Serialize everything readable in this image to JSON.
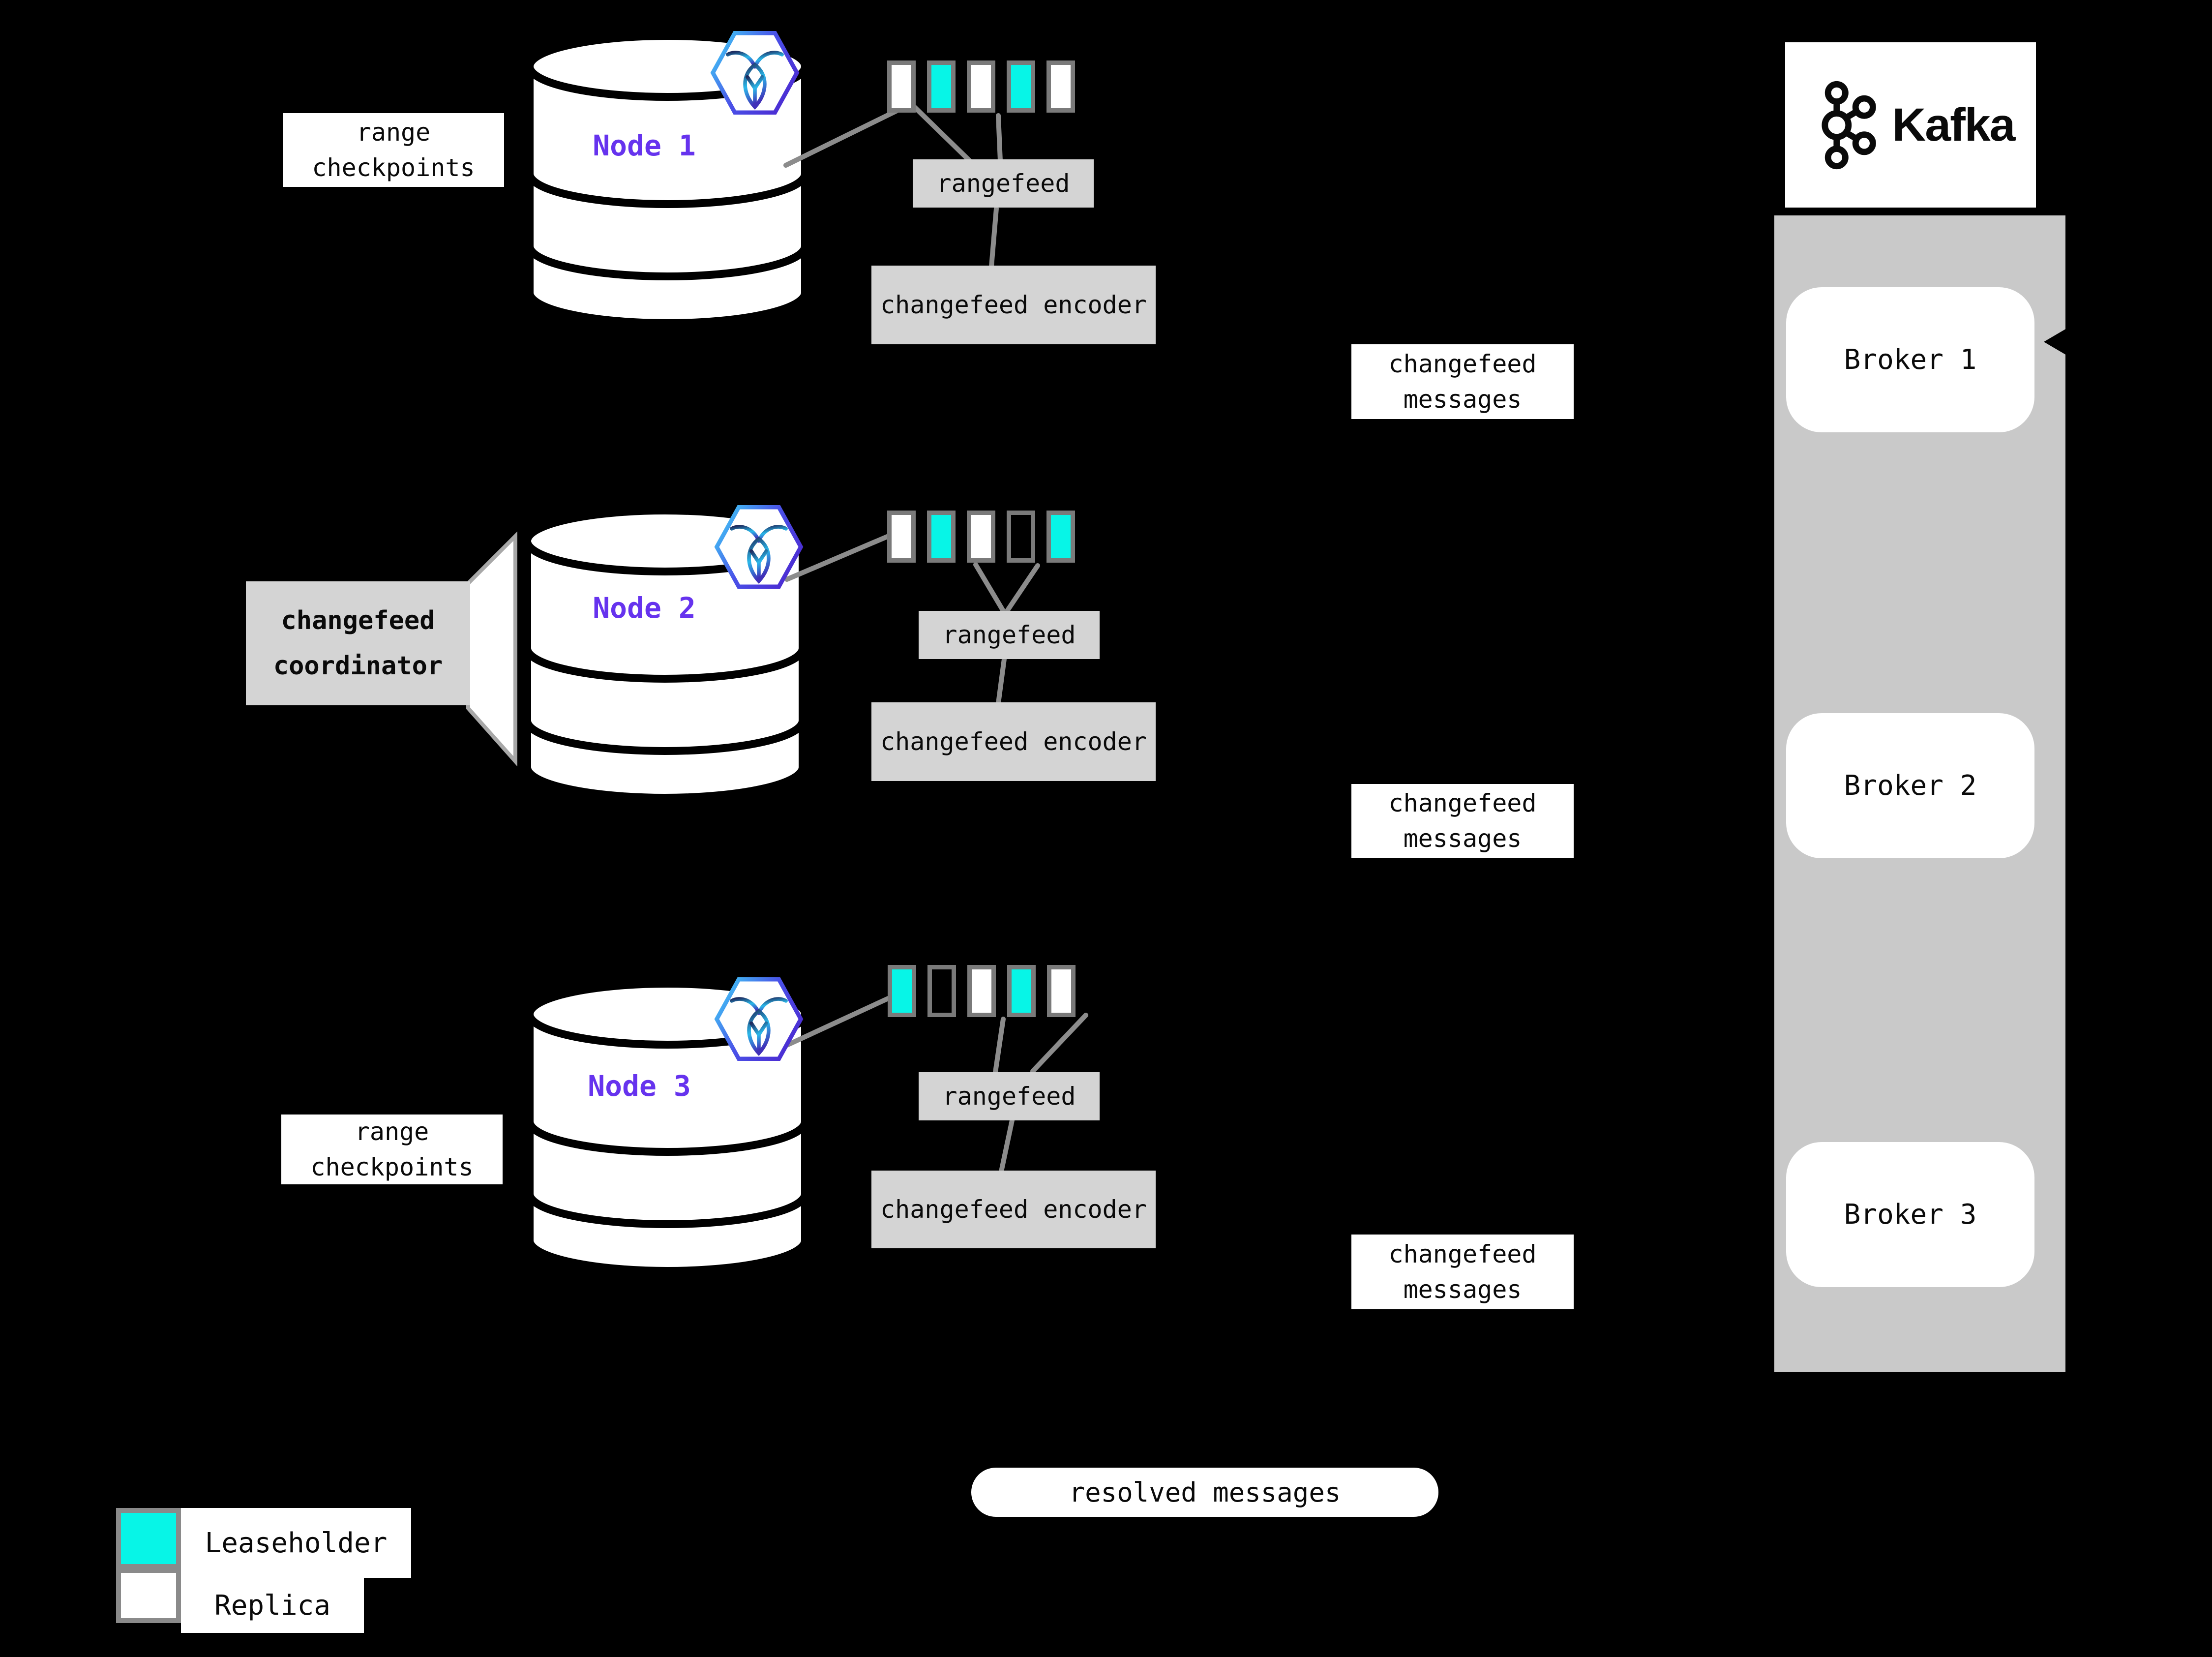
{
  "colors": {
    "background": "#000000",
    "leaseholder_teal": "#07f5e7",
    "replica_white": "#ffffff",
    "label_gray": "#d4d4d4",
    "kafka_column_gray": "#c9c9c9",
    "range_border_gray": "#7a7a7a",
    "connector_gray": "#8c8c8c",
    "node_name_purple": "#6633ee"
  },
  "labels": {
    "range_checkpoints": "range checkpoints",
    "rangefeed": "rangefeed",
    "changefeed_encoder": "changefeed encoder",
    "changefeed_messages": "changefeed messages",
    "changefeed_coordinator": "changefeed coordinator",
    "resolved_messages": "resolved messages"
  },
  "nodes": [
    {
      "name": "Node 1",
      "ranges": [
        "replica",
        "leaseholder",
        "replica",
        "leaseholder",
        "replica"
      ]
    },
    {
      "name": "Node 2",
      "ranges": [
        "replica",
        "leaseholder",
        "replica",
        "empty",
        "leaseholder"
      ]
    },
    {
      "name": "Node 3",
      "ranges": [
        "leaseholder",
        "empty",
        "replica",
        "leaseholder",
        "replica"
      ]
    }
  ],
  "kafka": {
    "title": "Kafka",
    "brokers": [
      {
        "label": "Broker 1"
      },
      {
        "label": "Broker 2"
      },
      {
        "label": "Broker 3"
      }
    ]
  },
  "legend": {
    "items": [
      {
        "label": "Leaseholder",
        "type": "leaseholder"
      },
      {
        "label": "Replica",
        "type": "replica"
      }
    ]
  }
}
